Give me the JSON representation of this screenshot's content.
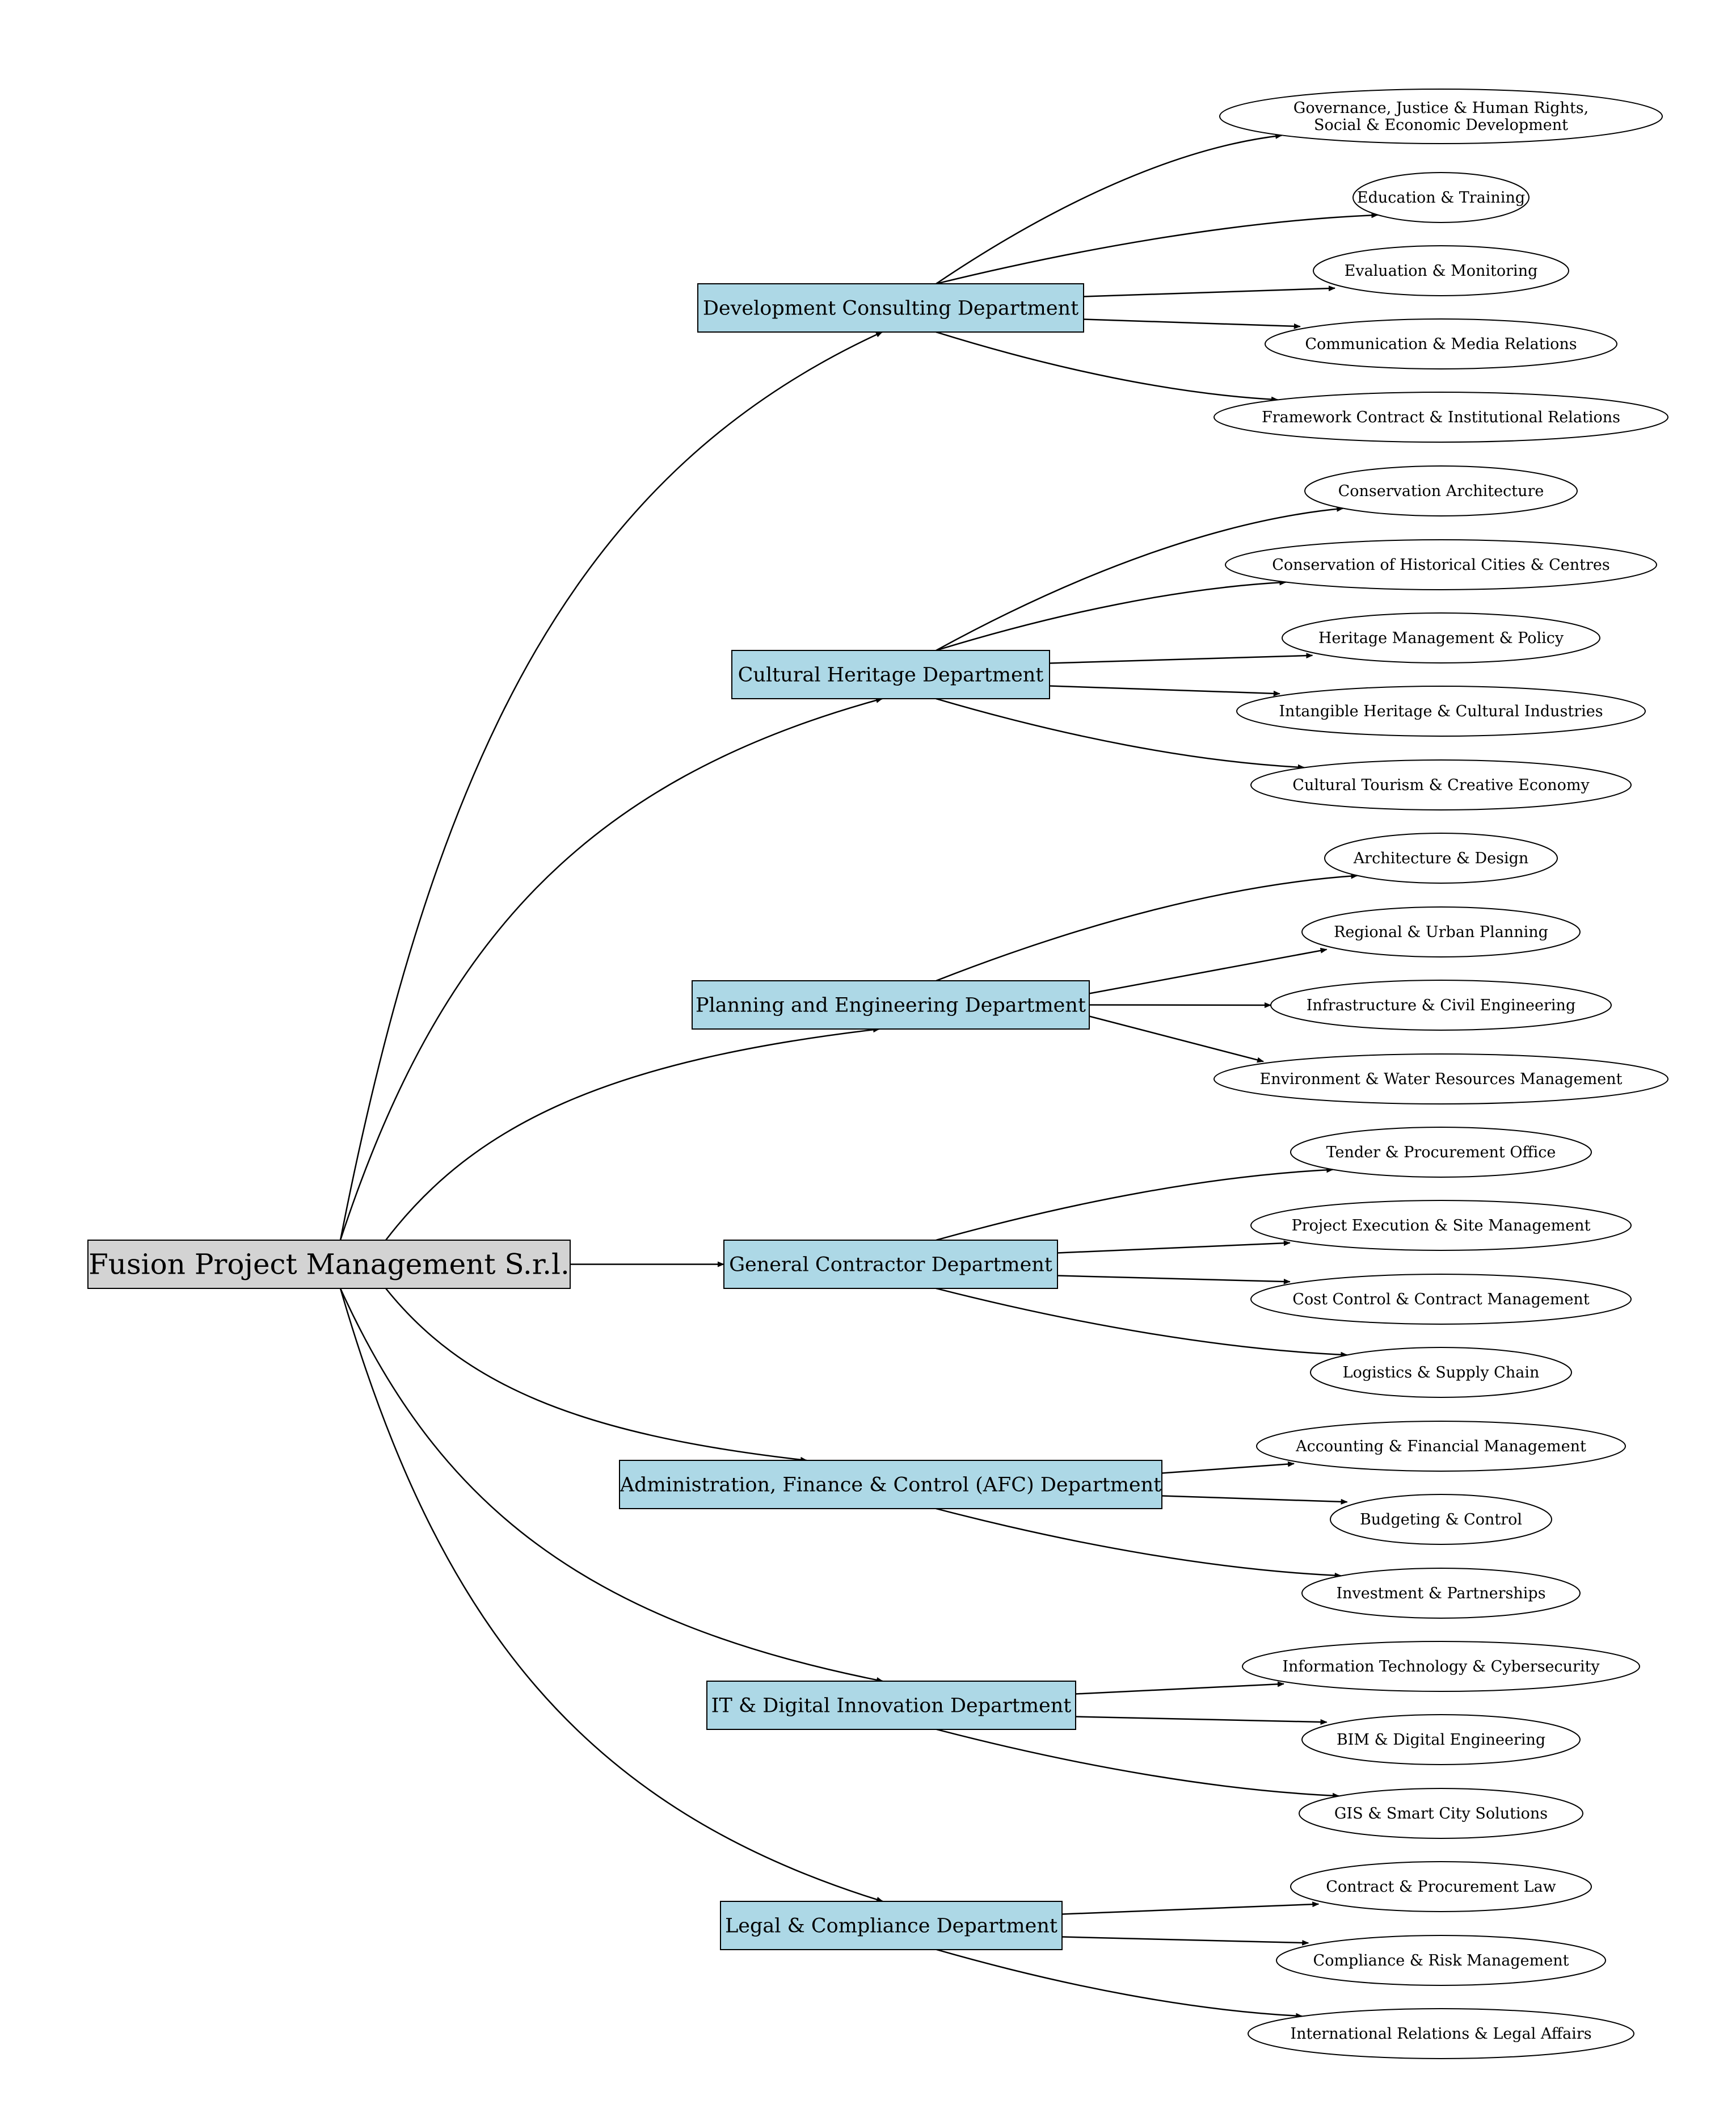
{
  "root": {
    "label": "Fusion Project Management S.r.l.",
    "fill": "#d3d3d3"
  },
  "colors": {
    "department_fill": "#add8e6",
    "unit_fill": "#ffffff",
    "stroke": "#000000"
  },
  "departments": [
    {
      "name": "Development Consulting Department",
      "units": [
        "Governance, Justice & Human Rights,\nSocial & Economic Development",
        "Education & Training",
        "Evaluation & Monitoring",
        "Communication & Media Relations",
        "Framework Contract & Institutional Relations"
      ]
    },
    {
      "name": "Cultural Heritage Department",
      "units": [
        "Conservation Architecture",
        "Conservation of Historical Cities & Centres",
        "Heritage Management & Policy",
        "Intangible Heritage & Cultural Industries",
        "Cultural Tourism & Creative Economy"
      ]
    },
    {
      "name": "Planning and Engineering Department",
      "units": [
        "Architecture & Design",
        "Regional & Urban Planning",
        "Infrastructure & Civil Engineering",
        "Environment & Water Resources Management"
      ]
    },
    {
      "name": "General Contractor Department",
      "units": [
        "Tender & Procurement Office",
        "Project Execution & Site Management",
        "Cost Control & Contract Management",
        "Logistics & Supply Chain"
      ]
    },
    {
      "name": "Administration, Finance & Control (AFC) Department",
      "units": [
        "Accounting & Financial Management",
        "Budgeting & Control",
        "Investment & Partnerships"
      ]
    },
    {
      "name": "IT & Digital Innovation Department",
      "units": [
        "Information Technology & Cybersecurity",
        "BIM & Digital Engineering",
        "GIS & Smart City Solutions"
      ]
    },
    {
      "name": "Legal & Compliance Department",
      "units": [
        "Contract & Procurement Law",
        "Compliance & Risk Management",
        "International Relations & Legal Affairs"
      ]
    }
  ]
}
